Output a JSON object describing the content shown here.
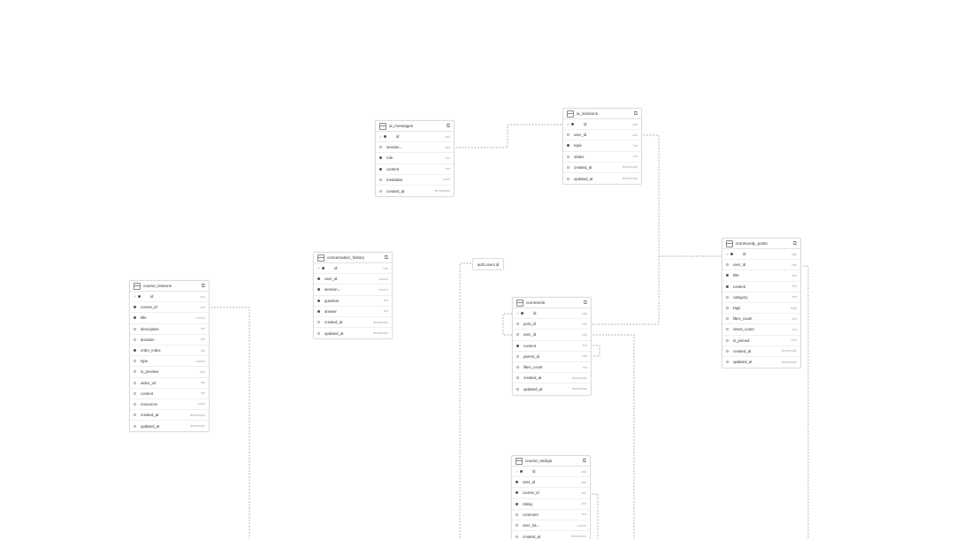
{
  "diagram": {
    "tables": [
      {
        "name": "ai_messages",
        "columns": [
          {
            "name": "id",
            "type": "uuid",
            "pk": true,
            "filled": true
          },
          {
            "name": "session...",
            "type": "uuid",
            "filled": false
          },
          {
            "name": "role",
            "type": "text",
            "filled": true
          },
          {
            "name": "content",
            "type": "text",
            "filled": true
          },
          {
            "name": "metadata",
            "type": "jsonb",
            "filled": false
          },
          {
            "name": "created_at",
            "type": "timestamptz",
            "filled": false
          }
        ]
      },
      {
        "name": "ai_sessions",
        "columns": [
          {
            "name": "id",
            "type": "uuid",
            "pk": true,
            "filled": true
          },
          {
            "name": "user_id",
            "type": "uuid",
            "filled": false
          },
          {
            "name": "topic",
            "type": "text",
            "filled": true
          },
          {
            "name": "status",
            "type": "text",
            "filled": false
          },
          {
            "name": "created_at",
            "type": "timestamptz",
            "filled": false
          },
          {
            "name": "updated_at",
            "type": "timestamptz",
            "filled": false
          }
        ]
      },
      {
        "name": "conversation_history",
        "columns": [
          {
            "name": "id",
            "type": "uuid",
            "pk": true,
            "filled": true
          },
          {
            "name": "user_id",
            "type": "varchar",
            "filled": true
          },
          {
            "name": "session...",
            "type": "varchar",
            "filled": true
          },
          {
            "name": "question",
            "type": "text",
            "filled": true
          },
          {
            "name": "answer",
            "type": "text",
            "filled": true
          },
          {
            "name": "created_at",
            "type": "timestamptz",
            "filled": false
          },
          {
            "name": "updated_at",
            "type": "timestamptz",
            "filled": false
          }
        ]
      },
      {
        "name": "community_posts",
        "columns": [
          {
            "name": "id",
            "type": "uuid",
            "pk": true,
            "filled": true
          },
          {
            "name": "user_id",
            "type": "uuid",
            "filled": false
          },
          {
            "name": "title",
            "type": "text",
            "filled": true
          },
          {
            "name": "content",
            "type": "text",
            "filled": true
          },
          {
            "name": "category",
            "type": "text",
            "filled": false
          },
          {
            "name": "tags",
            "type": "text[]",
            "filled": false
          },
          {
            "name": "likes_count",
            "type": "int4",
            "filled": false
          },
          {
            "name": "views_count",
            "type": "int4",
            "filled": false
          },
          {
            "name": "is_pinned",
            "type": "bool",
            "filled": false
          },
          {
            "name": "created_at",
            "type": "timestamptz",
            "filled": false
          },
          {
            "name": "updated_at",
            "type": "timestamptz",
            "filled": false
          }
        ]
      },
      {
        "name": "course_lessons",
        "columns": [
          {
            "name": "id",
            "type": "uuid",
            "pk": true,
            "filled": true
          },
          {
            "name": "course_id",
            "type": "uuid",
            "filled": true
          },
          {
            "name": "title",
            "type": "varchar",
            "filled": true
          },
          {
            "name": "description",
            "type": "text",
            "filled": false
          },
          {
            "name": "duration",
            "type": "int4",
            "filled": false
          },
          {
            "name": "order_index",
            "type": "int4",
            "filled": true
          },
          {
            "name": "type",
            "type": "varchar",
            "filled": false
          },
          {
            "name": "is_preview",
            "type": "bool",
            "filled": false
          },
          {
            "name": "video_url",
            "type": "text",
            "filled": false
          },
          {
            "name": "content",
            "type": "text",
            "filled": false
          },
          {
            "name": "resources",
            "type": "jsonb",
            "filled": false
          },
          {
            "name": "created_at",
            "type": "timestamptz",
            "filled": false
          },
          {
            "name": "updated_at",
            "type": "timestamptz",
            "filled": false
          }
        ]
      },
      {
        "name": "comments",
        "columns": [
          {
            "name": "id",
            "type": "uuid",
            "pk": true,
            "filled": true
          },
          {
            "name": "post_id",
            "type": "uuid",
            "filled": false
          },
          {
            "name": "user_id",
            "type": "uuid",
            "filled": false
          },
          {
            "name": "content",
            "type": "text",
            "filled": true
          },
          {
            "name": "parent_id",
            "type": "uuid",
            "filled": false
          },
          {
            "name": "likes_count",
            "type": "int4",
            "filled": false
          },
          {
            "name": "created_at",
            "type": "timestamptz",
            "filled": false
          },
          {
            "name": "updated_at",
            "type": "timestamptz",
            "filled": false
          }
        ]
      },
      {
        "name": "course_ratings",
        "columns": [
          {
            "name": "id",
            "type": "uuid",
            "pk": true,
            "filled": true
          },
          {
            "name": "user_id",
            "type": "uuid",
            "filled": true
          },
          {
            "name": "course_id",
            "type": "uuid",
            "filled": true
          },
          {
            "name": "rating",
            "type": "int4",
            "filled": true
          },
          {
            "name": "comment",
            "type": "text",
            "filled": false
          },
          {
            "name": "user_na...",
            "type": "varchar",
            "filled": false
          },
          {
            "name": "created_at",
            "type": "timestamptz",
            "filled": false
          }
        ]
      }
    ],
    "external_ref": "auth.users.id",
    "colors": {
      "line": "#9a9a9a",
      "border": "#dcdcdc",
      "dot": "#555555"
    },
    "icons": {
      "table": "table-icon",
      "open": "external-link-icon",
      "primary_key": "key-icon"
    }
  }
}
